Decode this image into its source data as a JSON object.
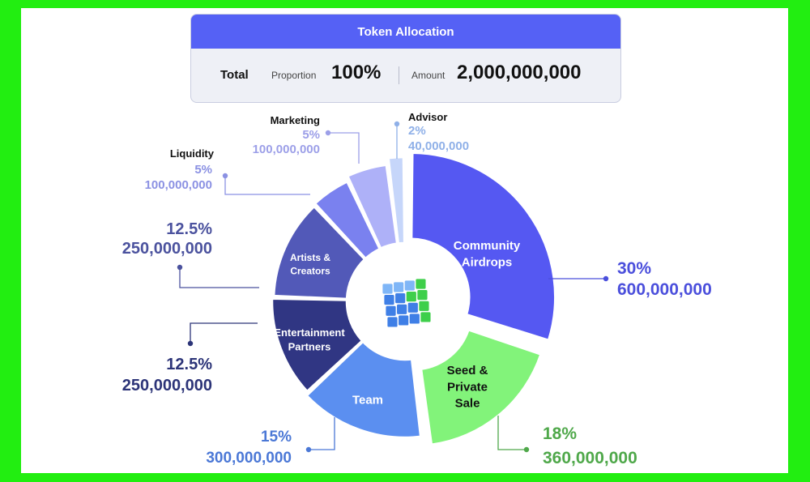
{
  "header": {
    "title": "Token Allocation",
    "total_label": "Total",
    "proportion_label": "Proportion",
    "proportion_value": "100%",
    "amount_label": "Amount",
    "amount_value": "2,000,000,000"
  },
  "chart_data": {
    "type": "pie",
    "title": "Token Allocation",
    "slices": [
      {
        "name": "Community Airdrops",
        "percent": 30,
        "percent_label": "30%",
        "amount": "600,000,000",
        "color": "#5558f2",
        "label_color": "#4b4fdc"
      },
      {
        "name": "Seed & Private Sale",
        "percent": 18,
        "percent_label": "18%",
        "amount": "360,000,000",
        "color": "#82f37a",
        "label_color": "#4fa84a"
      },
      {
        "name": "Team",
        "percent": 15,
        "percent_label": "15%",
        "amount": "300,000,000",
        "color": "#5b8ff0",
        "label_color": "#4b78d6"
      },
      {
        "name": "Entertainment Partners",
        "percent": 12.5,
        "percent_label": "12.5%",
        "amount": "250,000,000",
        "color": "#303683",
        "label_color": "#2c3478"
      },
      {
        "name": "Artists & Creators",
        "percent": 12.5,
        "percent_label": "12.5%",
        "amount": "250,000,000",
        "color": "#5259b8",
        "label_color": "#4b529e"
      },
      {
        "name": "Liquidity",
        "percent": 5,
        "percent_label": "5%",
        "amount": "100,000,000",
        "color": "#7a81ef",
        "label_color": "#8b91e3"
      },
      {
        "name": "Marketing",
        "percent": 5,
        "percent_label": "5%",
        "amount": "100,000,000",
        "color": "#aeb1f8",
        "label_color": "#9c9fe8"
      },
      {
        "name": "Advisor",
        "percent": 2,
        "percent_label": "2%",
        "amount": "40,000,000",
        "color": "#c6d6fa",
        "label_color": "#8fb0e8"
      }
    ]
  }
}
